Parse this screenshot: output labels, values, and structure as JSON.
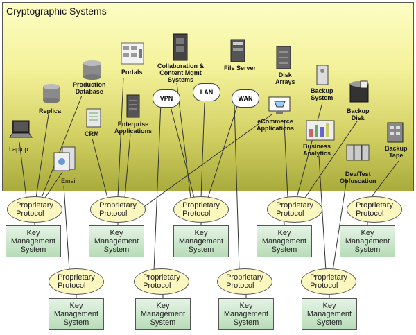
{
  "title": "Cryptographic Systems",
  "systems": {
    "laptop": "Laptop",
    "replica": "Replica",
    "production_database": "Production\nDatabase",
    "email": "Email",
    "crm": "CRM",
    "portals": "Portals",
    "enterprise_applications": "Enterprise\nApplications",
    "collaboration": "Collaboration &\nContent Mgmt\nSystems",
    "vpn": "VPN",
    "lan": "LAN",
    "wan": "WAN",
    "file_server": "File Server",
    "disk_arrays": "Disk\nArrays",
    "ecommerce": "eCommerce\nApplications",
    "backup_system": "Backup\nSystem",
    "backup_disk": "Backup\nDisk",
    "business_analytics": "Business\nAnalytics",
    "dev_test": "Dev/Test\nObfuscation",
    "backup_tape": "Backup\nTape"
  },
  "protocol_label": "Proprietary\nProtocol",
  "kms_label": "Key\nManagement\nSystem"
}
